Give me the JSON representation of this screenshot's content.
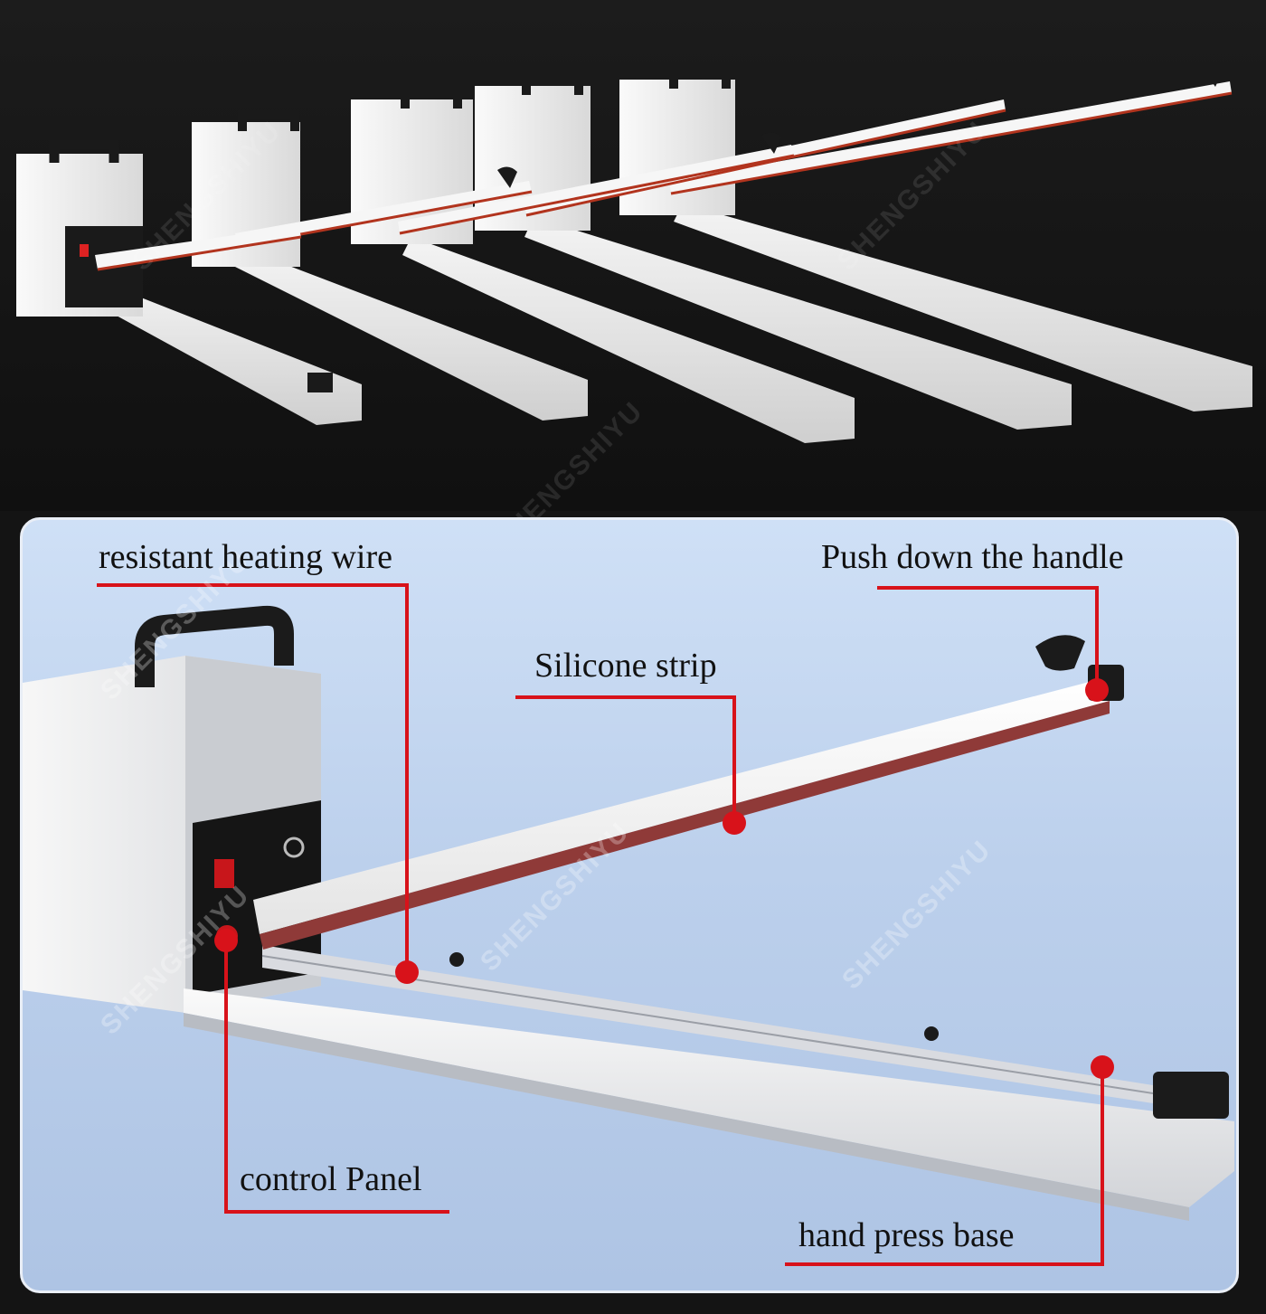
{
  "watermark": "SHENGSHIYU",
  "labels": {
    "heating_wire": "resistant heating wire",
    "handle": "Push down the handle",
    "silicone": "Silicone strip",
    "control_panel": "control Panel",
    "base": "hand press base"
  },
  "colors": {
    "callout_red": "#d8121a",
    "background": "#141414",
    "panel_blue": "#c3d6f0"
  }
}
